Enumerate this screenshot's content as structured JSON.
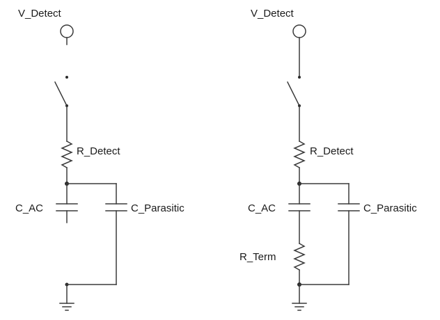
{
  "left_circuit": {
    "source_label": "V_Detect",
    "resistor_label": "R_Detect",
    "capacitor_label": "C_AC",
    "parasitic_label": "C_Parasitic"
  },
  "right_circuit": {
    "source_label": "V_Detect",
    "resistor_label": "R_Detect",
    "capacitor_label": "C_AC",
    "parasitic_label": "C_Parasitic",
    "termination_label": "R_Term"
  },
  "colors": {
    "wire": "#3a3a3a",
    "text": "#1a1a1a",
    "background": "#ffffff"
  }
}
